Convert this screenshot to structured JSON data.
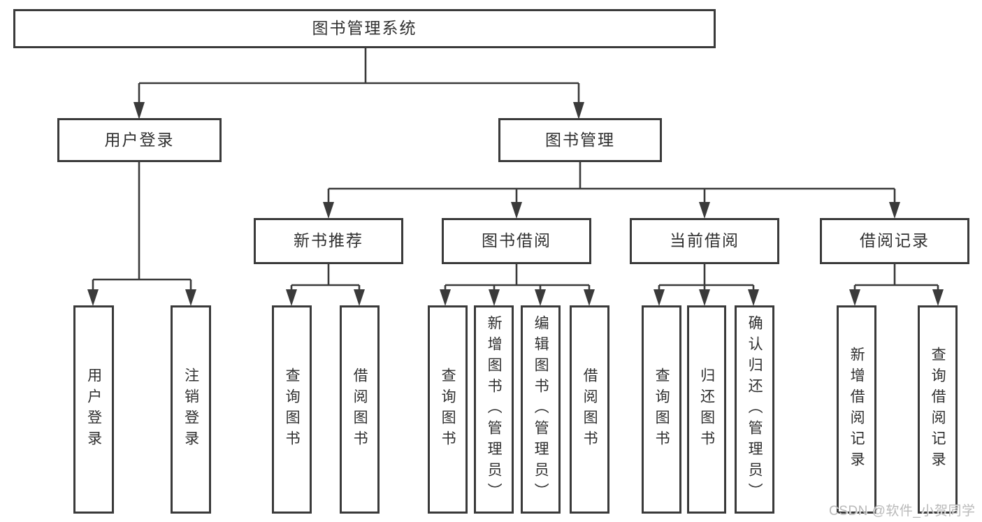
{
  "diagram_title": "图书管理系统",
  "tree": {
    "label": "图书管理系统",
    "children": [
      {
        "label": "用户登录",
        "children": [
          {
            "label": "用户登录"
          },
          {
            "label": "注销登录"
          }
        ]
      },
      {
        "label": "图书管理",
        "children": [
          {
            "label": "新书推荐",
            "children": [
              {
                "label": "查询图书"
              },
              {
                "label": "借阅图书"
              }
            ]
          },
          {
            "label": "图书借阅",
            "children": [
              {
                "label": "查询图书"
              },
              {
                "label": "新增图书（管理员）"
              },
              {
                "label": "编辑图书（管理员）"
              },
              {
                "label": "借阅图书"
              }
            ]
          },
          {
            "label": "当前借阅",
            "children": [
              {
                "label": "查询图书"
              },
              {
                "label": "归还图书"
              },
              {
                "label": "确认归还（管理员）"
              }
            ]
          },
          {
            "label": "借阅记录",
            "children": [
              {
                "label": "新增借阅记录"
              },
              {
                "label": "查询借阅记录"
              }
            ]
          }
        ]
      }
    ]
  },
  "watermark": {
    "text": "CSDN @软件_小贺同学"
  },
  "colors": {
    "line": "#3a3a3a",
    "text": "#2f2f2f",
    "bg": "#ffffff",
    "watermark": "#b9b9b9"
  }
}
